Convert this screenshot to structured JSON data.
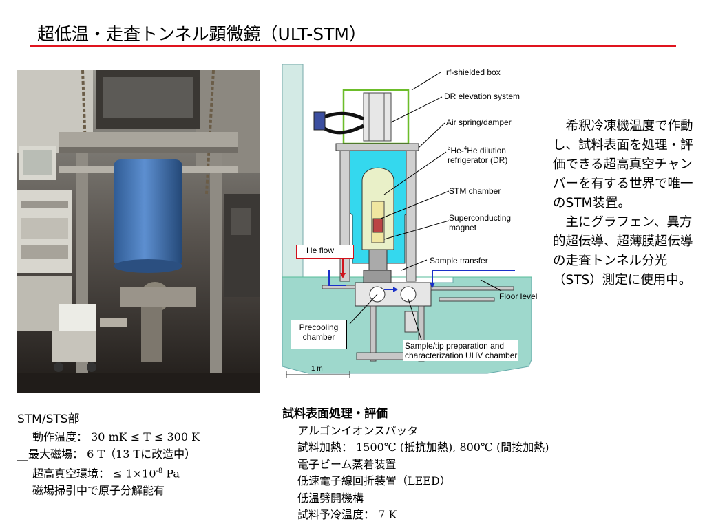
{
  "title": "超低温・走査トンネル顕微鏡（ULT-STM）",
  "colors": {
    "title_rule": "#e0141e",
    "frame": "#6cbd2a",
    "cryostat": "#34d8ee",
    "floor": "#9ed8cc",
    "arrow_red": "#d0121c",
    "arrow_blue": "#1a30c8"
  },
  "schematic": {
    "rf_box": "rf-shielded box",
    "dr_elevation": "DR elevation system",
    "air_spring": "Air spring/damper",
    "dilution_prefix_1": "3",
    "dilution_he_1": "He-",
    "dilution_prefix_2": "4",
    "dilution_he_2": "He dilution",
    "dilution_line2": "refrigerator (DR)",
    "stm_chamber": "STM chamber",
    "sc_magnet_1": "Superconducting",
    "sc_magnet_2": "magnet",
    "he_flow": "He flow",
    "sample_transfer": "Sample transfer",
    "floor_level": "Floor level",
    "precooling_1": "Precooling",
    "precooling_2": "chamber",
    "prep_chamber_1": "Sample/tip preparation and",
    "prep_chamber_2": "characterization UHV chamber",
    "scale": "1 m"
  },
  "description": {
    "para1": "希釈冷凍機温度で作動し、試料表面を処理・評価できる超高真空チャンバーを有する世界で唯一のSTM装置。",
    "para2": "主にグラフェン、異方的超伝導、超薄膜超伝導の走査トンネル分光（STS）測定に使用中。"
  },
  "specs": {
    "heading": "STM/STS部",
    "temp": "動作温度： 30 mK ≤ T ≤ 300 K",
    "field_prefix": "__",
    "field": "最大磁場： 6 T（13 Tに改造中）",
    "vacuum_text": "超高真空環境： ≤ 1×10",
    "vacuum_exp": "-8",
    "vacuum_unit": " Pa",
    "atomic": "磁場掃引中で原子分解能有"
  },
  "prep": {
    "heading": "試料表面処理・評価",
    "items": [
      "アルゴンイオンスパッタ",
      "試料加熱： 1500℃ (抵抗加熱), 800℃ (間接加熱)",
      "電子ビーム蒸着装置",
      "低速電子線回折装置（LEED）",
      "低温劈開機構",
      "試料予冷温度： 7 K"
    ]
  }
}
